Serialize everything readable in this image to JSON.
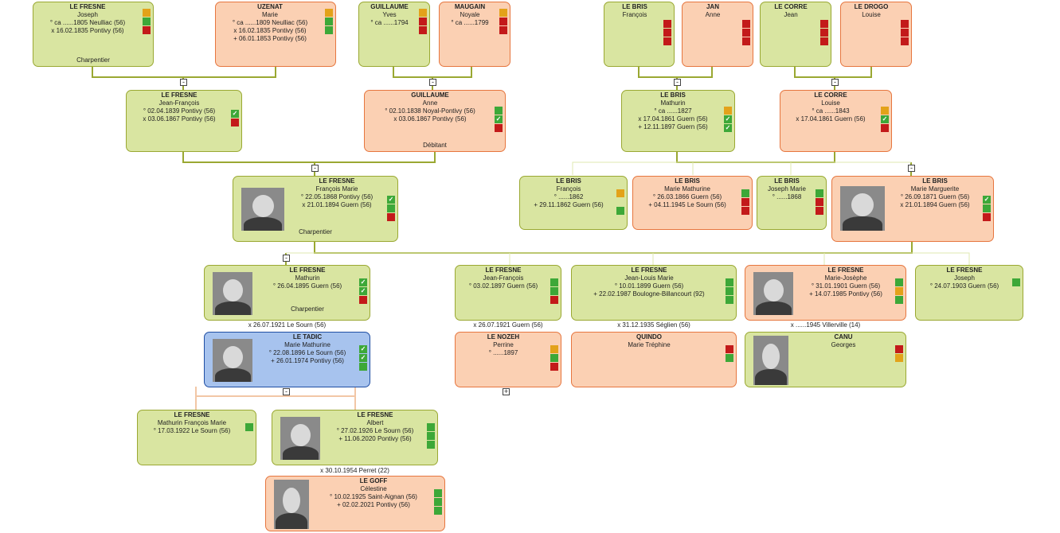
{
  "people": {
    "p_joseph": {
      "surname": "LE FRESNE",
      "given": "Joseph",
      "lines": [
        "° ca ......1805 Neulliac (56)",
        "x 16.02.1835 Pontivy (56)"
      ],
      "occupation": "Charpentier",
      "flags": [
        "y",
        "g",
        "r"
      ]
    },
    "p_marie_uz": {
      "surname": "UZENAT",
      "given": "Marie",
      "lines": [
        "° ca ......1809 Neulliac (56)",
        "x 16.02.1835 Pontivy (56)",
        "+ 06.01.1853 Pontivy (56)"
      ],
      "flags": [
        "y",
        "g",
        "g"
      ]
    },
    "p_yves": {
      "surname": "GUILLAUME",
      "given": "Yves",
      "lines": [
        "° ca ......1794"
      ],
      "flags": [
        "y",
        "r",
        "r"
      ]
    },
    "p_noyale": {
      "surname": "MAUGAIN",
      "given": "Noyale",
      "lines": [
        "° ca ......1799"
      ],
      "flags": [
        "y",
        "r",
        "r"
      ]
    },
    "p_francois_lb": {
      "surname": "LE BRIS",
      "given": "François",
      "lines": [],
      "flags": [
        "r",
        "r",
        "r"
      ]
    },
    "p_anne_jan": {
      "surname": "JAN",
      "given": "Anne",
      "lines": [],
      "flags": [
        "r",
        "r",
        "r"
      ]
    },
    "p_jean_lc": {
      "surname": "LE CORRE",
      "given": "Jean",
      "lines": [],
      "flags": [
        "r",
        "r",
        "r"
      ]
    },
    "p_louise_ld": {
      "surname": "LE DROGO",
      "given": "Louise",
      "lines": [],
      "flags": [
        "r",
        "r",
        "r"
      ]
    },
    "p_jf_lf": {
      "surname": "LE FRESNE",
      "given": "Jean-François",
      "lines": [
        "° 02.04.1839 Pontivy (56)",
        "x 03.06.1867 Pontivy (56)"
      ],
      "flags": [
        "gt",
        "r"
      ]
    },
    "p_anne_gu": {
      "surname": "GUILLAUME",
      "given": "Anne",
      "lines": [
        "° 02.10.1838 Noyal-Pontivy (56)",
        "x 03.06.1867 Pontivy (56)"
      ],
      "occupation": "Débitant",
      "flags": [
        "g",
        "gt",
        "r"
      ]
    },
    "p_mathurin_lb": {
      "surname": "LE BRIS",
      "given": "Mathurin",
      "lines": [
        "° ca ......1827",
        "x 17.04.1861 Guern (56)",
        "+ 12.11.1897 Guern (56)"
      ],
      "flags": [
        "y",
        "gt",
        "gt"
      ]
    },
    "p_louise_lc": {
      "surname": "LE CORRE",
      "given": "Louise",
      "lines": [
        "° ca ......1843",
        "x 17.04.1861 Guern (56)"
      ],
      "flags": [
        "y",
        "gt",
        "r"
      ]
    },
    "p_fm_lf": {
      "surname": "LE FRESNE",
      "given": "François Marie",
      "lines": [
        "° 22.05.1868 Pontivy (56)",
        "x 21.01.1894 Guern (56)"
      ],
      "occupation": "Charpentier",
      "flags": [
        "gt",
        "g",
        "r"
      ]
    },
    "p_francois_lb2": {
      "surname": "LE BRIS",
      "given": "François",
      "lines": [
        "° ......1862",
        "+ 29.11.1862 Guern (56)"
      ],
      "flags": [
        "y",
        "g"
      ]
    },
    "p_mm_lb": {
      "surname": "LE BRIS",
      "given": "Marie Mathurine",
      "lines": [
        "° 26.03.1866 Guern (56)",
        "+ 04.11.1945 Le Sourn (56)"
      ],
      "flags": [
        "g",
        "r",
        "r"
      ]
    },
    "p_jm_lb": {
      "surname": "LE BRIS",
      "given": "Joseph Marie",
      "lines": [
        "° ......1868"
      ],
      "flags": [
        "g",
        "r",
        "r"
      ]
    },
    "p_mmg_lb": {
      "surname": "LE BRIS",
      "given": "Marie Marguerite",
      "lines": [
        "° 26.09.1871 Guern (56)",
        "x 21.01.1894 Guern (56)"
      ],
      "flags": [
        "gt",
        "g",
        "r"
      ]
    },
    "p_mathurin_lf": {
      "surname": "LE FRESNE",
      "given": "Mathurin",
      "lines": [
        "° 26.04.1895 Guern (56)"
      ],
      "occupation": "Charpentier",
      "flags": [
        "gt",
        "gt",
        "r"
      ]
    },
    "p_jf_lf2": {
      "surname": "LE FRESNE",
      "given": "Jean-François",
      "lines": [
        "° 03.02.1897 Guern (56)"
      ],
      "flags": [
        "g",
        "g",
        "r"
      ]
    },
    "p_jlm_lf": {
      "surname": "LE FRESNE",
      "given": "Jean-Louis Marie",
      "lines": [
        "° 10.01.1899 Guern (56)",
        "+ 22.02.1987 Boulogne-Billancourt (92)"
      ],
      "flags": [
        "g",
        "g",
        "g"
      ]
    },
    "p_mj_lf": {
      "surname": "LE FRESNE",
      "given": "Marie-Josèphe",
      "lines": [
        "° 31.01.1901 Guern (56)",
        "+ 14.07.1985 Pontivy (56)"
      ],
      "flags": [
        "g",
        "y",
        "g"
      ]
    },
    "p_joseph_lf2": {
      "surname": "LE FRESNE",
      "given": "Joseph",
      "lines": [
        "° 24.07.1903 Guern (56)"
      ],
      "flags": [
        "g"
      ]
    },
    "p_mm_lt": {
      "surname": "LE TADIC",
      "given": "Marie Mathurine",
      "lines": [
        "° 22.08.1896 Le Sourn (56)",
        "+ 26.01.1974 Pontivy (56)"
      ],
      "flags": [
        "gt",
        "gt",
        "g"
      ]
    },
    "p_perrine_ln": {
      "surname": "LE NOZEH",
      "given": "Perrine",
      "lines": [
        "° ......1897"
      ],
      "flags": [
        "y",
        "g",
        "r"
      ]
    },
    "p_mt_qu": {
      "surname": "QUINDO",
      "given": "Marie Tréphine",
      "lines": [],
      "flags": [
        "r",
        "g"
      ]
    },
    "p_georges_ca": {
      "surname": "CANU",
      "given": "Georges",
      "lines": [],
      "flags": [
        "r",
        "y"
      ]
    },
    "p_mfm_lf": {
      "surname": "LE FRESNE",
      "given": "Mathurin François Marie",
      "lines": [
        "° 17.03.1922 Le Sourn (56)"
      ],
      "flags": [
        "g"
      ]
    },
    "p_albert_lf": {
      "surname": "LE FRESNE",
      "given": "Albert",
      "lines": [
        "° 27.02.1926 Le Sourn (56)",
        "+ 11.06.2020 Pontivy (56)"
      ],
      "flags": [
        "g",
        "g",
        "g"
      ]
    },
    "p_celestine_lg": {
      "surname": "LE GOFF",
      "given": "Célestine",
      "lines": [
        "° 10.02.1925 Saint-Aignan (56)",
        "+ 02.02.2021 Pontivy (56)"
      ],
      "flags": [
        "g",
        "g",
        "g"
      ]
    }
  },
  "marriages": {
    "m1": "x 26.07.1921 Le Sourn (56)",
    "m2": "x 26.07.1921 Guern (56)",
    "m3": "x 31.12.1935 Séglien (56)",
    "m4": "x ......1945 Villerville (14)",
    "m5": "x 30.10.1954 Perret (22)"
  },
  "colors": {
    "male": "#d9e5a1",
    "female": "#fbd0b3",
    "selected": "#a7c3ee",
    "line": "#9aa832",
    "flag_green": "#3da838",
    "flag_yellow": "#e3a21a",
    "flag_red": "#c31a1a"
  }
}
